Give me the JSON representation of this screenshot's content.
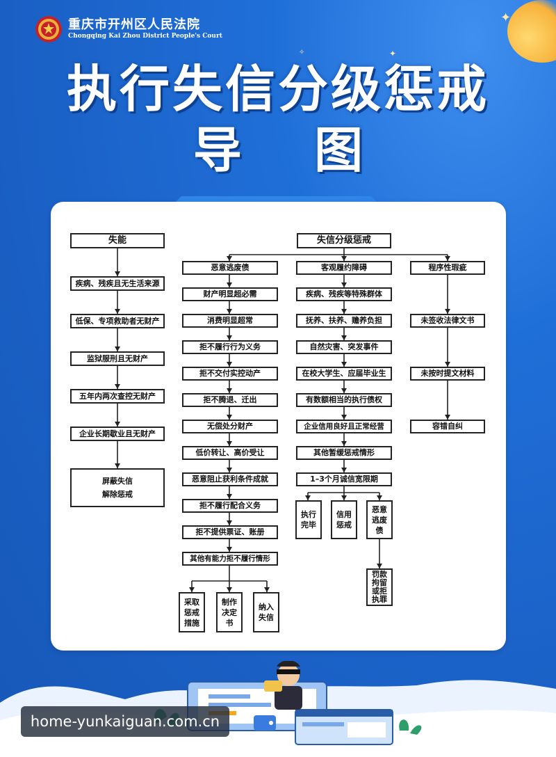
{
  "header": {
    "court_cn": "重庆市开州区人民法院",
    "court_en": "Chongqing Kai Zhou District People's Court"
  },
  "title": {
    "line1": "执行失信分级惩戒",
    "line2": "导 图"
  },
  "diagram": {
    "left_head": "失能",
    "left_items": [
      "疾病、残疾且无生活来源",
      "低保、专项救助者无财产",
      "监狱服刑且无财产",
      "五年内两次查控无财产",
      "企业长期歇业且无财产"
    ],
    "left_result": [
      "屏蔽失信",
      "解除惩戒"
    ],
    "main_head": "失信分级惩戒",
    "col1_head": "恶意逃废债",
    "col1_items": [
      "财产明显超必需",
      "消费明显超常",
      "拒不履行行为义务",
      "拒不交付实控动产",
      "拒不腾退、迁出",
      "无偿处分财产",
      "低价转让、高价受让",
      "恶意阻止获利条件成就",
      "拒不履行配合义务",
      "拒不提供票证、账册",
      "其他有能力拒不履行情形"
    ],
    "col1_results": [
      [
        "采取",
        "惩戒",
        "措施"
      ],
      [
        "制作",
        "决定",
        "书"
      ],
      [
        "纳入",
        "失信"
      ]
    ],
    "col2_head": "客观履约障碍",
    "col2_items": [
      "疾病、残疾等特殊群体",
      "抚养、扶养、赡养负担",
      "自然灾害、突发事件",
      "在校大学生、应届毕业生",
      "有数额相当的执行债权",
      "企业信用良好且正常经营",
      "其他暂缓惩戒情形",
      "1–3个月诚信宽限期"
    ],
    "col2_results": [
      [
        "执行",
        "完毕"
      ],
      [
        "信用",
        "惩戒"
      ],
      [
        "恶意",
        "逃废",
        "债"
      ]
    ],
    "col2_final": [
      "罚款",
      "拘留",
      "或拒",
      "执罪"
    ],
    "col3_head": "程序性瑕疵",
    "col3_items": [
      "未签收法律文书",
      "未按时提文材料",
      "容错自纠"
    ]
  },
  "watermark": "home-yunkaiguan.com.cn",
  "colors": {
    "background": "#1a5fc4",
    "panel": "#ffffff",
    "line": "#222222"
  }
}
